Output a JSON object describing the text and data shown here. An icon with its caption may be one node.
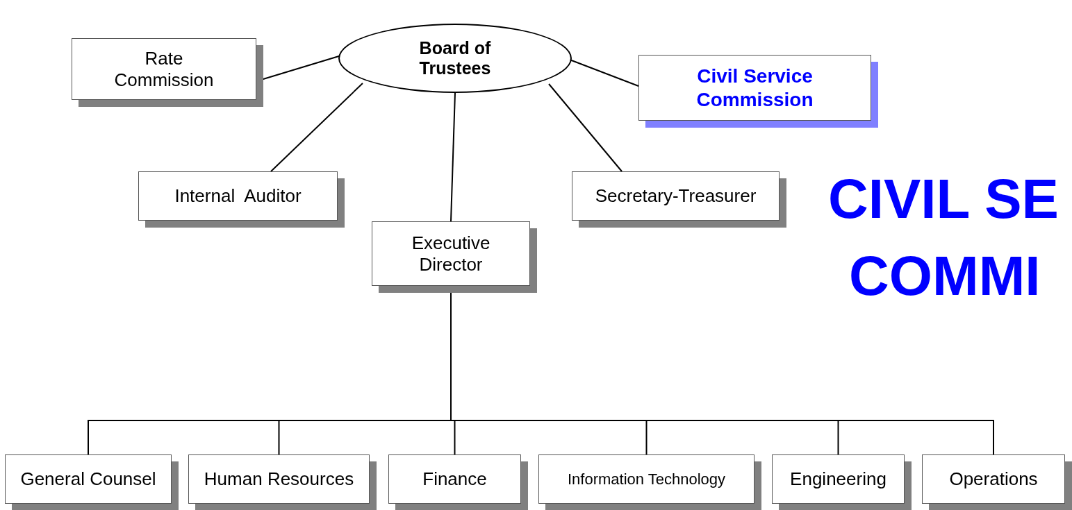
{
  "diagram": {
    "nodes": [
      {
        "text": [
          "Board of Trustees"
        ]
      },
      {
        "text": [
          "Rate Commission"
        ]
      },
      {
        "text": [
          "Civil Service Commission"
        ]
      },
      {
        "text": [
          "Internal  Auditor"
        ]
      },
      {
        "text": [
          "Secretary-Treasurer"
        ]
      },
      {
        "text": [
          "Executive Director"
        ]
      },
      {
        "text": [
          "General Counsel"
        ]
      },
      {
        "text": [
          "Human Resources"
        ]
      },
      {
        "text": [
          "Finance"
        ]
      },
      {
        "text": [
          "Information Technology"
        ]
      },
      {
        "text": [
          "Engineering"
        ]
      },
      {
        "text": [
          "Operations"
        ]
      }
    ],
    "edges": [
      {
        "from": 0,
        "to": 1,
        "arrow": "none"
      },
      {
        "from": 0,
        "to": 2,
        "arrow": "none"
      },
      {
        "from": 0,
        "to": 3,
        "arrow": "none"
      },
      {
        "from": 0,
        "to": 4,
        "arrow": "none"
      },
      {
        "from": 0,
        "to": 5,
        "arrow": "none"
      },
      {
        "from": 5,
        "to": 6,
        "arrow": "none"
      },
      {
        "from": 5,
        "to": 7,
        "arrow": "none"
      },
      {
        "from": 5,
        "to": 8,
        "arrow": "none"
      },
      {
        "from": 5,
        "to": 9,
        "arrow": "none"
      },
      {
        "from": 5,
        "to": 10,
        "arrow": "none"
      },
      {
        "from": 5,
        "to": 11,
        "arrow": "none"
      }
    ],
    "labels": [
      "CIVIL SE",
      "COMMI"
    ]
  }
}
